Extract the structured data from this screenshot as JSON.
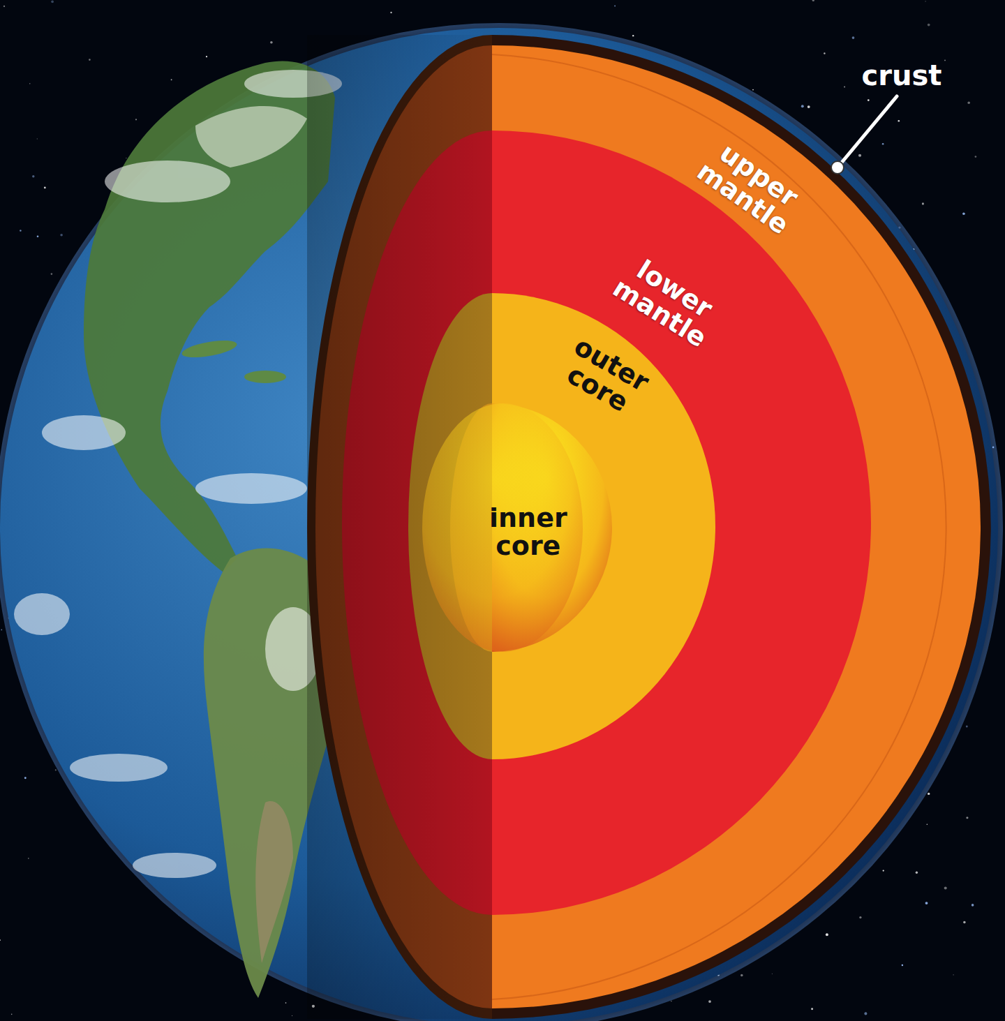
{
  "diagram": {
    "nodes": [
      {
        "text": [
          "upper mantle"
        ]
      },
      {
        "text": [
          "lower mantle"
        ],
        "in": 0
      },
      {
        "text": [
          "outer core"
        ],
        "in": 1
      },
      {
        "text": [
          "inner core"
        ],
        "in": 2
      }
    ],
    "labels": [
      "crust"
    ]
  }
}
